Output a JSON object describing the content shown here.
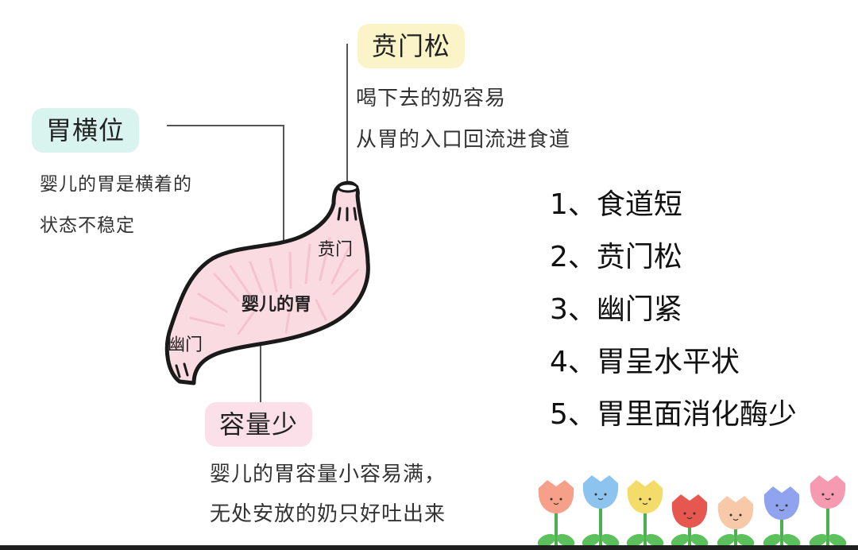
{
  "callouts": {
    "cardia": {
      "title": "贲门松",
      "lines": [
        "喝下去的奶容易",
        "从胃的入口回流进食道"
      ],
      "color": "#fbf4c9"
    },
    "horizontal": {
      "title": "胃横位",
      "lines": [
        "婴儿的胃是横着的",
        "状态不稳定"
      ],
      "color": "#d9f3ee"
    },
    "capacity": {
      "title": "容量少",
      "lines": [
        "婴儿的胃容量小容易满，",
        "无处安放的奶只好吐出来"
      ],
      "color": "#fbe0ea"
    }
  },
  "stomach": {
    "main_label": "婴儿的胃",
    "cardia_label": "贲门",
    "pylorus_label": "幽门",
    "fill_color": "#fbd9df",
    "outline_color": "#1a1a1a"
  },
  "list": [
    "1、食道短",
    "2、贲门松",
    "3、幽门紧",
    "4、胃呈水平状",
    "5、胃里面消化酶少"
  ],
  "flowers": [
    {
      "petal": "#f6a08a",
      "name": "flower-icon"
    },
    {
      "petal": "#8cc4ef",
      "name": "flower-icon"
    },
    {
      "petal": "#f4dc6a",
      "name": "flower-icon"
    },
    {
      "petal": "#e5574f",
      "name": "flower-icon"
    },
    {
      "petal": "#f7c9a8",
      "name": "flower-icon"
    },
    {
      "petal": "#8fa3ee",
      "name": "flower-icon"
    },
    {
      "petal": "#f59ab0",
      "name": "flower-icon"
    }
  ]
}
